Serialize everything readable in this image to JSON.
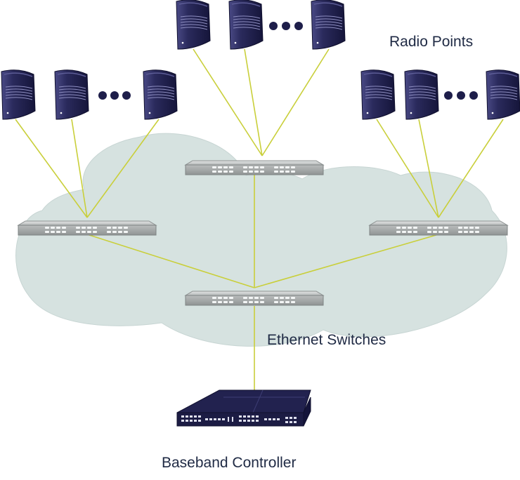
{
  "labels": {
    "radio_points": "Radio Points",
    "ethernet_switches": "Ethernet Switches",
    "baseband_controller": "Baseband Controller"
  },
  "colors": {
    "cloud": "#d6e2e0",
    "link": "#c9cf3a",
    "device": "#2a2a5c",
    "device_stripe": "#8e8ec0",
    "switch_body": "#c3c6c6",
    "switch_edge": "#8d9191",
    "ellipsis": "#1e1e4a",
    "text": "#1f2a44"
  },
  "topology": {
    "radio_groups": [
      "left",
      "center",
      "right"
    ],
    "radio_points_per_group_shown": 3,
    "group_switches": [
      "left",
      "center",
      "right"
    ],
    "aggregation_switch": "main",
    "controller": "baseband-controller"
  }
}
